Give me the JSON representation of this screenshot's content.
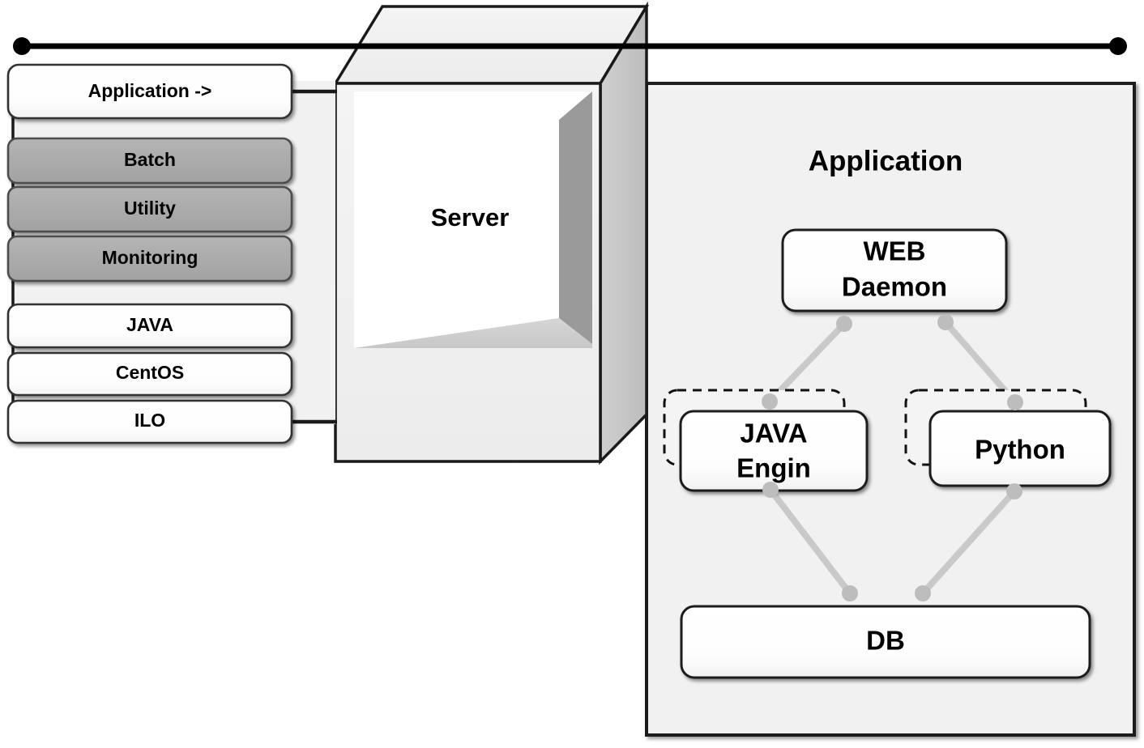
{
  "diagram": {
    "title_hidden": "",
    "colors": {
      "stroke": "#1a1a1a",
      "panel_bg": "#f1f1f1",
      "gray_box": "#aaaaaa",
      "white_box": "#ffffff",
      "cube_front": "#f0f0f0",
      "cube_top": "#efefef",
      "cube_side": "#c3c3c3",
      "cube_inner_shadow": "#9a9a9a",
      "cube_inner_floor": "#cccccc",
      "connector_gray": "#c9c9c9",
      "node_dot": "#bdbdbd",
      "bus_line": "#000000"
    }
  },
  "bus": {
    "left_terminal_label": "bus-left-endpoint",
    "right_terminal_label": "bus-right-endpoint"
  },
  "stack": {
    "panel_label": "server-stack-panel",
    "items": [
      {
        "id": "application",
        "label": "Application ->",
        "style": "white"
      },
      {
        "id": "batch",
        "label": "Batch",
        "style": "gray"
      },
      {
        "id": "utility",
        "label": "Utility",
        "style": "gray"
      },
      {
        "id": "monitoring",
        "label": "Monitoring",
        "style": "gray"
      },
      {
        "id": "java",
        "label": "JAVA",
        "style": "white"
      },
      {
        "id": "centos",
        "label": "CentOS",
        "style": "white"
      },
      {
        "id": "ilo",
        "label": "ILO",
        "style": "white"
      }
    ]
  },
  "server": {
    "label": "Server"
  },
  "application": {
    "title": "Application",
    "nodes": [
      {
        "id": "web-daemon",
        "label_line1": "WEB",
        "label_line2": "Daemon",
        "dashed_shadow": false
      },
      {
        "id": "java-engin",
        "label_line1": "JAVA",
        "label_line2": "Engin",
        "dashed_shadow": true
      },
      {
        "id": "python",
        "label_line1": "Python",
        "label_line2": "",
        "dashed_shadow": true
      },
      {
        "id": "db",
        "label_line1": "DB",
        "label_line2": "",
        "dashed_shadow": false
      }
    ],
    "edges": [
      {
        "from": "web-daemon",
        "to": "java-engin"
      },
      {
        "from": "web-daemon",
        "to": "python"
      },
      {
        "from": "java-engin",
        "to": "db"
      },
      {
        "from": "python",
        "to": "db"
      }
    ]
  }
}
